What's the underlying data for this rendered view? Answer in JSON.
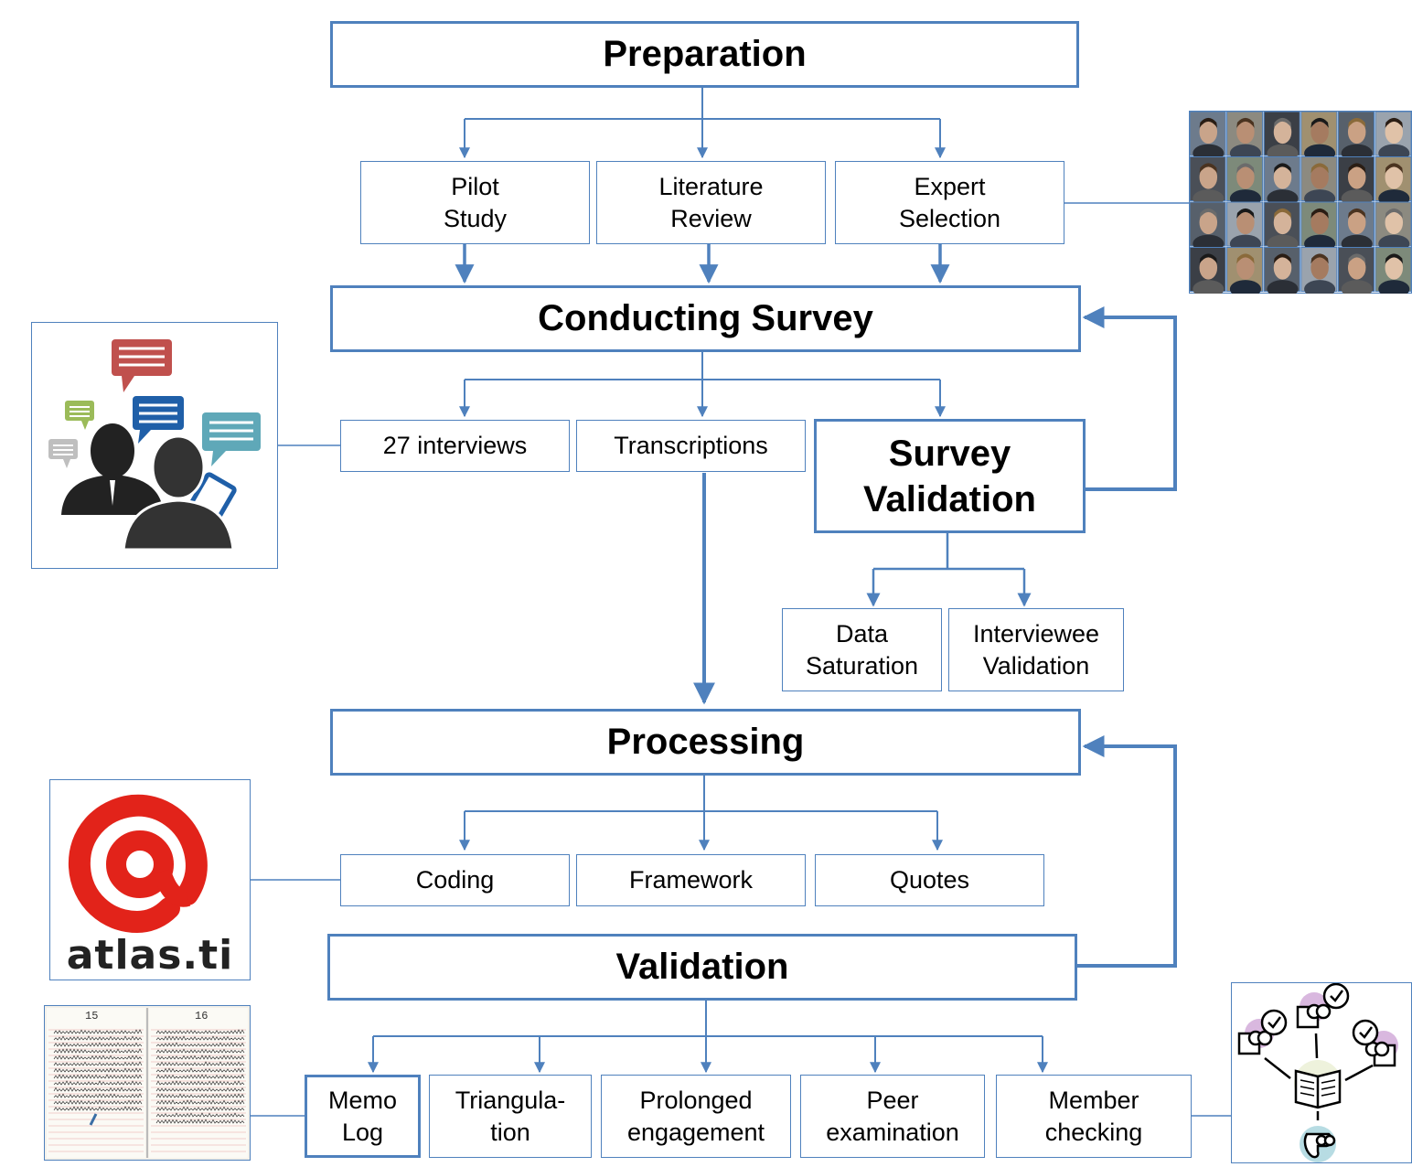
{
  "stages": {
    "preparation": "Preparation",
    "conducting_survey": "Conducting Survey",
    "survey_validation": "Survey\nValidation",
    "processing": "Processing",
    "validation": "Validation"
  },
  "preparation_steps": {
    "pilot_study": "Pilot\nStudy",
    "literature_review": "Literature\nReview",
    "expert_selection": "Expert\nSelection"
  },
  "survey_steps": {
    "interviews": "27 interviews",
    "transcriptions": "Transcriptions"
  },
  "survey_validation_steps": {
    "data_saturation": "Data\nSaturation",
    "interviewee_validation": "Interviewee\nValidation"
  },
  "processing_steps": {
    "coding": "Coding",
    "framework": "Framework",
    "quotes": "Quotes"
  },
  "validation_steps": {
    "memo_log": "Memo\nLog",
    "triangulation": "Triangula-\ntion",
    "prolonged_engagement": "Prolonged\nengagement",
    "peer_examination": "Peer\nexamination",
    "member_checking": "Member\nchecking"
  },
  "logos": {
    "atlas_ti": "atlas.ti"
  },
  "notebook": {
    "page_left": "15",
    "page_right": "16"
  },
  "colors": {
    "connector": "#4f81bd",
    "atlas_red": "#e2231a",
    "bubble_red": "#c0504d",
    "bubble_blue": "#1f5fa8",
    "bubble_teal": "#5fa8b8",
    "bubble_green": "#9bbb59"
  },
  "icons": [
    "interview-people-icon",
    "atlas-ti-logo",
    "notebook-photo",
    "member-checking-icon",
    "expert-portraits"
  ]
}
